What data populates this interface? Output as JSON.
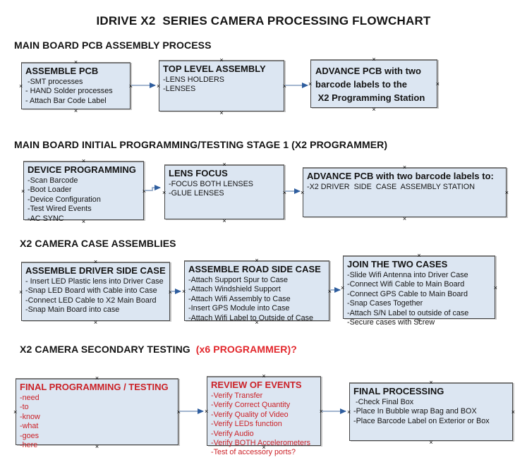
{
  "title": "IDRIVE X2  SERIES CAMERA PROCESSING FLOWCHART",
  "icons": {
    "handle": "×",
    "arrowhead": "right-triangle"
  },
  "colors": {
    "box_fill": "#dce6f2",
    "box_border": "#454545",
    "red_heading": "#e2262b",
    "red_text": "#cb2127",
    "arrow_line": "#96abc8",
    "arrow_head": "#2e5d9e",
    "text": "#141414"
  },
  "sections": [
    {
      "heading": "MAIN BOARD PCB ASSEMBLY PROCESS",
      "boxes": [
        {
          "title": "ASSEMBLE PCB",
          "items": [
            " -SMT processes",
            "- HAND Solder processes",
            "- Attach Bar Code Label"
          ]
        },
        {
          "title": "TOP LEVEL ASSEMBLY",
          "items": [
            "-LENS HOLDERS",
            "-LENSES"
          ]
        },
        {
          "title_lines": [
            "ADVANCE PCB with two",
            "barcode labels to the",
            " X2 Programming Station"
          ]
        }
      ]
    },
    {
      "heading": "MAIN BOARD INITIAL PROGRAMMING/TESTING STAGE 1 (X2 PROGRAMMER)",
      "boxes": [
        {
          "title": "DEVICE PROGRAMMING",
          "items": [
            "-Scan Barcode",
            "-Boot Loader",
            "-Device Configuration",
            "-Test Wired Events",
            "-AC SYNC"
          ]
        },
        {
          "title": "LENS FOCUS",
          "items": [
            "-FOCUS BOTH LENSES",
            "-GLUE LENSES"
          ]
        },
        {
          "title": "ADVANCE PCB with two barcode labels to:",
          "items": [
            "-X2 DRIVER  SIDE  CASE  ASSEMBLY STATION"
          ]
        }
      ]
    },
    {
      "heading": "X2 CAMERA CASE ASSEMBLIES",
      "boxes": [
        {
          "title": "ASSEMBLE DRIVER SIDE CASE",
          "items": [
            "- Insert LED Plastic lens into Driver Case",
            "-Snap LED Board with Cable into Case",
            "-Connect LED Cable to X2 Main Board",
            "-Snap Main Board into case"
          ]
        },
        {
          "title": "ASSEMBLE ROAD SIDE CASE",
          "items": [
            "-Attach Support Spur to Case",
            "-Attach Windshield Support",
            "-Attach Wifi Assembly to Case",
            "-Insert GPS Module into Case",
            "-Attach Wifi Label to Outside of Case"
          ]
        },
        {
          "title": "JOIN THE TWO CASES",
          "items": [
            "-Slide Wifi Antenna into Driver Case",
            "-Connect Wifi Cable to Main Board",
            "-Connect GPS Cable to Main Board",
            "-Snap Cases Together",
            "-Attach S/N Label to outside of case",
            "-Secure cases with Screw"
          ]
        }
      ]
    },
    {
      "heading": "X2 CAMERA SECONDARY TESTING  ",
      "heading_red": "(x6 PROGRAMMER)?",
      "boxes": [
        {
          "title": "FINAL PROGRAMMING / TESTING",
          "items": [
            "-need",
            "-to",
            "-know",
            "-what",
            "-goes",
            "-here"
          ]
        },
        {
          "title": "REVIEW OF EVENTS",
          "items": [
            "-Verify Transfer",
            "-Verify Correct Quantity",
            "-Verify Quality of Video",
            "-Verify LEDs function",
            "-Verify Audio",
            "-Verify BOTH Accelerometers",
            "-Test of accessory ports?"
          ]
        },
        {
          "title": "FINAL PROCESSING",
          "items": [
            " -Check Final Box",
            "-Place In Bubble wrap Bag and BOX",
            "-Place Barcode Label on Exterior or Box"
          ]
        }
      ]
    }
  ]
}
